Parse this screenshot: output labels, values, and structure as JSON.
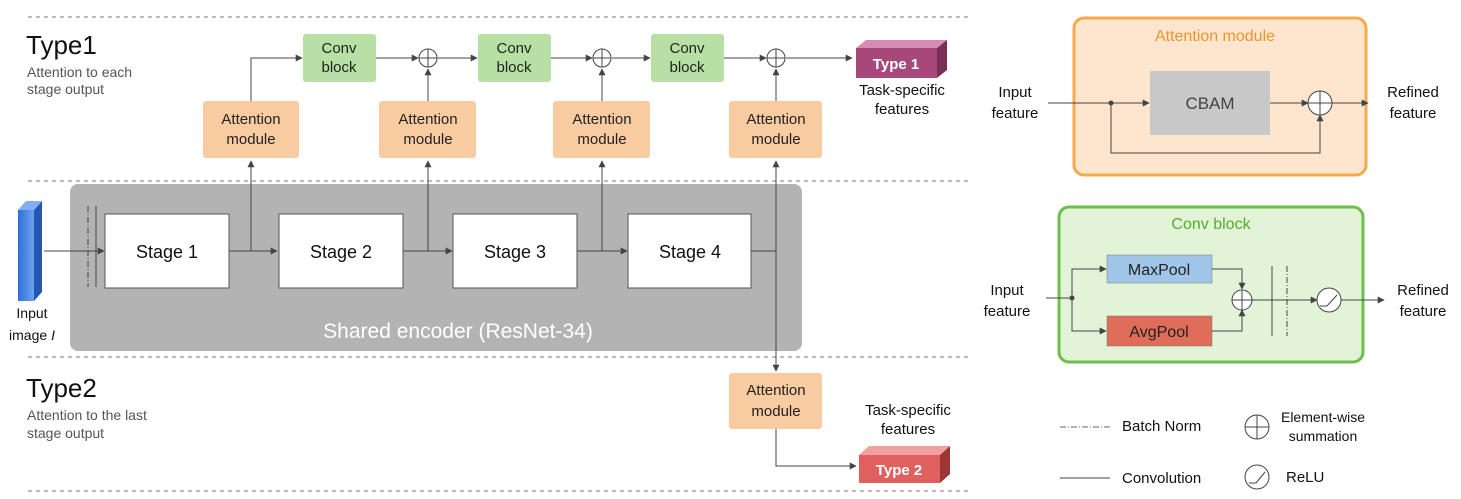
{
  "type1": {
    "title": "Type1",
    "subtitle_line1": "Attention to each",
    "subtitle_line2": "stage output"
  },
  "type2": {
    "title": "Type2",
    "subtitle_line1": "Attention to the last",
    "subtitle_line2": "stage output"
  },
  "input": {
    "line1": "Input",
    "line2": "image",
    "symbol": "I"
  },
  "encoder": {
    "label": "Shared encoder (ResNet-34)",
    "stages": [
      "Stage 1",
      "Stage 2",
      "Stage 3",
      "Stage 4"
    ]
  },
  "attention_module": {
    "line1": "Attention",
    "line2": "module"
  },
  "conv_block": {
    "line1": "Conv",
    "line2": "block"
  },
  "output1": {
    "tag": "Type 1",
    "caption_line1": "Task-specific",
    "caption_line2": "features"
  },
  "output2": {
    "tag": "Type 2",
    "caption_line1": "Task-specific",
    "caption_line2": "features"
  },
  "attention_detail": {
    "title": "Attention module",
    "input_line1": "Input",
    "input_line2": "feature",
    "core": "CBAM",
    "output_line1": "Refined",
    "output_line2": "feature"
  },
  "conv_detail": {
    "title": "Conv block",
    "input_line1": "Input",
    "input_line2": "feature",
    "maxpool": "MaxPool",
    "avgpool": "AvgPool",
    "output_line1": "Refined",
    "output_line2": "feature"
  },
  "legend": {
    "batch_norm": "Batch Norm",
    "convolution": "Convolution",
    "sum_line1": "Element-wise",
    "sum_line2": "summation",
    "relu": "ReLU"
  },
  "colors": {
    "attention_fill": "#f8cba0",
    "conv_fill": "#b8e0a4",
    "encoder_fill": "#b3b3b3",
    "type1_tag": "#a8487a",
    "type2_tag": "#e06060",
    "input_image": "#4a86e8",
    "attention_panel_border": "#f5a94d",
    "attention_panel_fill": "#fde6cd",
    "conv_panel_border": "#6cbf4b",
    "conv_panel_fill": "#e2f3d7",
    "maxpool_fill": "#9fc5e8",
    "avgpool_fill": "#e06c5a",
    "cbam_fill": "#c8c8c8"
  }
}
